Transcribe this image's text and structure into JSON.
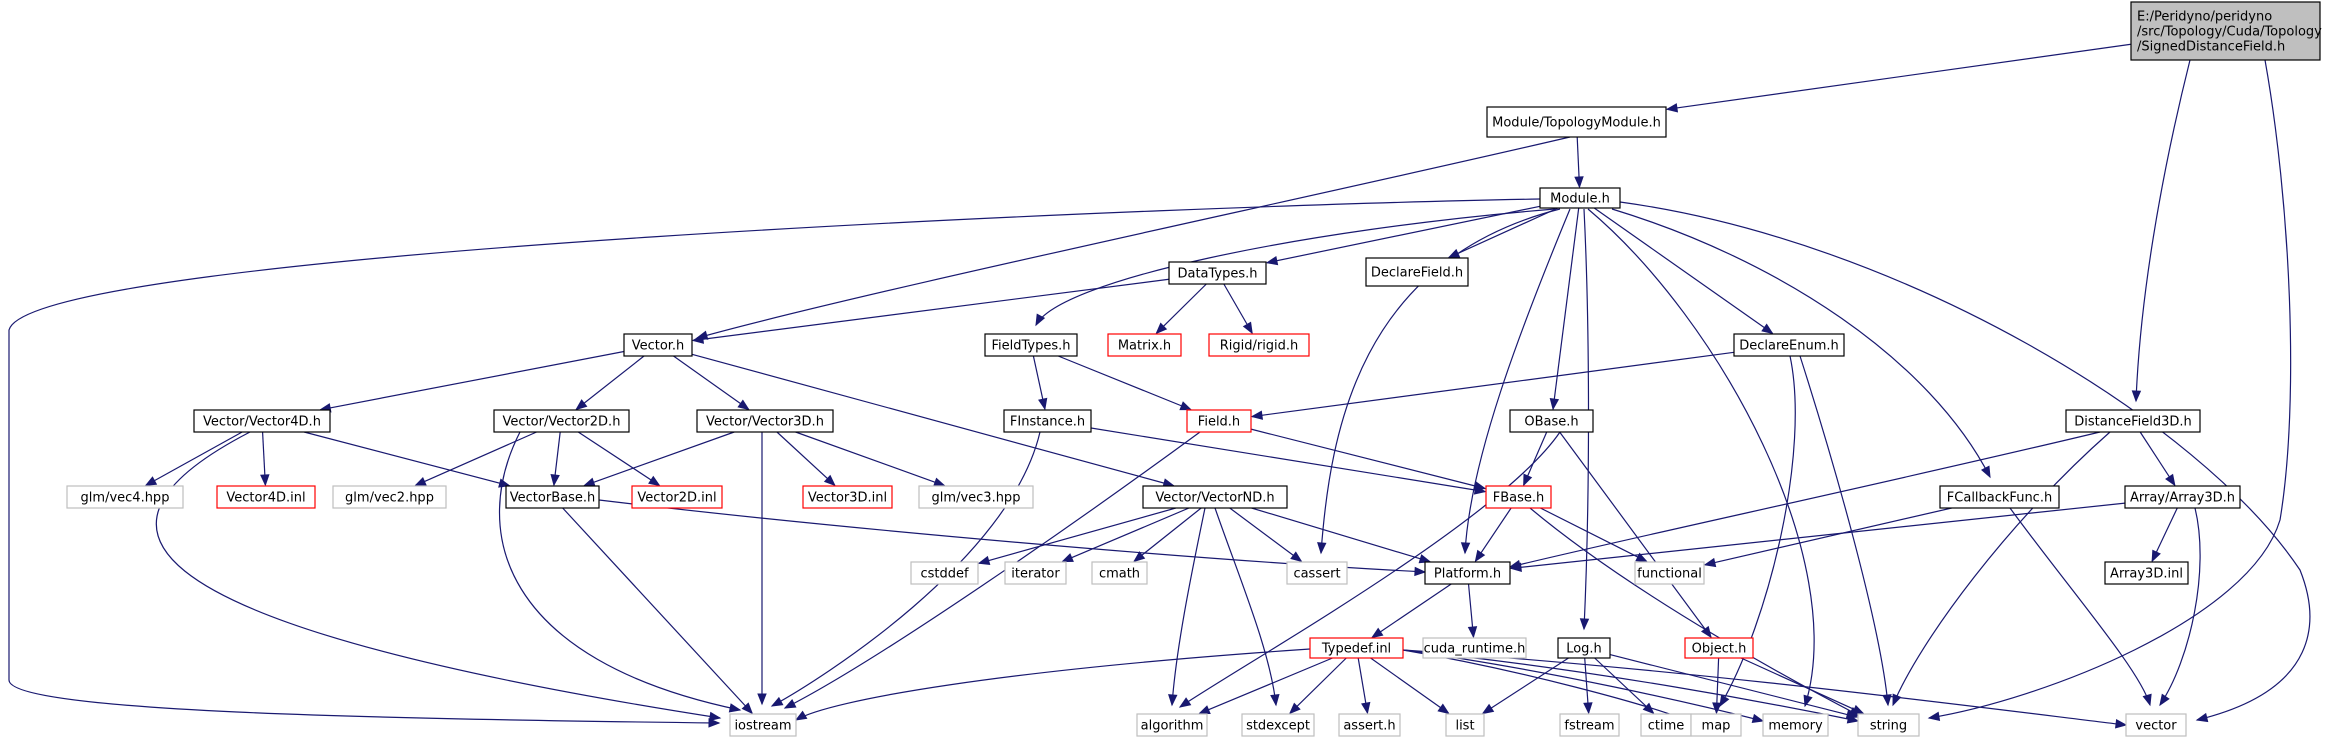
{
  "graph": {
    "nodes": [
      {
        "id": "root",
        "lines": [
          "E:/Peridyno/peridyno",
          "/src/Topology/Cuda/Topology",
          "/SignedDistanceField.h"
        ],
        "style": "root"
      },
      {
        "id": "topologymodule",
        "lines": [
          "Module/TopologyModule.h"
        ],
        "style": "normal"
      },
      {
        "id": "module",
        "lines": [
          "Module.h"
        ],
        "style": "normal"
      },
      {
        "id": "datatypes",
        "lines": [
          "DataTypes.h"
        ],
        "style": "normal"
      },
      {
        "id": "declarefield",
        "lines": [
          "DeclareField.h"
        ],
        "style": "normal"
      },
      {
        "id": "vector",
        "lines": [
          "Vector.h"
        ],
        "style": "normal"
      },
      {
        "id": "fieldtypes",
        "lines": [
          "FieldTypes.h"
        ],
        "style": "normal"
      },
      {
        "id": "matrix",
        "lines": [
          "Matrix.h"
        ],
        "style": "incomplete"
      },
      {
        "id": "rigid",
        "lines": [
          "Rigid/rigid.h"
        ],
        "style": "incomplete"
      },
      {
        "id": "declareenum",
        "lines": [
          "DeclareEnum.h"
        ],
        "style": "normal"
      },
      {
        "id": "vector4d",
        "lines": [
          "Vector/Vector4D.h"
        ],
        "style": "normal"
      },
      {
        "id": "vector2d",
        "lines": [
          "Vector/Vector2D.h"
        ],
        "style": "normal"
      },
      {
        "id": "vector3d",
        "lines": [
          "Vector/Vector3D.h"
        ],
        "style": "normal"
      },
      {
        "id": "finstance",
        "lines": [
          "FInstance.h"
        ],
        "style": "normal"
      },
      {
        "id": "field",
        "lines": [
          "Field.h"
        ],
        "style": "incomplete"
      },
      {
        "id": "obase",
        "lines": [
          "OBase.h"
        ],
        "style": "normal"
      },
      {
        "id": "distancefield3d",
        "lines": [
          "DistanceField3D.h"
        ],
        "style": "normal"
      },
      {
        "id": "vec4",
        "lines": [
          "glm/vec4.hpp"
        ],
        "style": "system"
      },
      {
        "id": "vector4dinl",
        "lines": [
          "Vector4D.inl"
        ],
        "style": "incomplete"
      },
      {
        "id": "vec2",
        "lines": [
          "glm/vec2.hpp"
        ],
        "style": "system"
      },
      {
        "id": "vectorbase",
        "lines": [
          "VectorBase.h"
        ],
        "style": "normal"
      },
      {
        "id": "vector2dinl",
        "lines": [
          "Vector2D.inl"
        ],
        "style": "incomplete"
      },
      {
        "id": "vector3dinl",
        "lines": [
          "Vector3D.inl"
        ],
        "style": "incomplete"
      },
      {
        "id": "vec3",
        "lines": [
          "glm/vec3.hpp"
        ],
        "style": "system"
      },
      {
        "id": "vectornd",
        "lines": [
          "Vector/VectorND.h"
        ],
        "style": "normal"
      },
      {
        "id": "fbase",
        "lines": [
          "FBase.h"
        ],
        "style": "incomplete"
      },
      {
        "id": "fcallbackfunc",
        "lines": [
          "FCallbackFunc.h"
        ],
        "style": "normal"
      },
      {
        "id": "array3d",
        "lines": [
          "Array/Array3D.h"
        ],
        "style": "normal"
      },
      {
        "id": "cstddef",
        "lines": [
          "cstddef"
        ],
        "style": "system"
      },
      {
        "id": "iterator",
        "lines": [
          "iterator"
        ],
        "style": "system"
      },
      {
        "id": "cmath",
        "lines": [
          "cmath"
        ],
        "style": "system"
      },
      {
        "id": "cassert",
        "lines": [
          "cassert"
        ],
        "style": "system"
      },
      {
        "id": "platform",
        "lines": [
          "Platform.h"
        ],
        "style": "normal"
      },
      {
        "id": "functional",
        "lines": [
          "functional"
        ],
        "style": "system"
      },
      {
        "id": "array3dinl",
        "lines": [
          "Array3D.inl"
        ],
        "style": "normal"
      },
      {
        "id": "typedef",
        "lines": [
          "Typedef.inl"
        ],
        "style": "incomplete"
      },
      {
        "id": "cudaruntime",
        "lines": [
          "cuda_runtime.h"
        ],
        "style": "system"
      },
      {
        "id": "log",
        "lines": [
          "Log.h"
        ],
        "style": "normal"
      },
      {
        "id": "object",
        "lines": [
          "Object.h"
        ],
        "style": "incomplete"
      },
      {
        "id": "iostream",
        "lines": [
          "iostream"
        ],
        "style": "system"
      },
      {
        "id": "algorithm",
        "lines": [
          "algorithm"
        ],
        "style": "system"
      },
      {
        "id": "stdexcept",
        "lines": [
          "stdexcept"
        ],
        "style": "system"
      },
      {
        "id": "asserth",
        "lines": [
          "assert.h"
        ],
        "style": "system"
      },
      {
        "id": "list",
        "lines": [
          "list"
        ],
        "style": "system"
      },
      {
        "id": "fstream",
        "lines": [
          "fstream"
        ],
        "style": "system"
      },
      {
        "id": "ctime",
        "lines": [
          "ctime"
        ],
        "style": "system"
      },
      {
        "id": "map",
        "lines": [
          "map"
        ],
        "style": "system"
      },
      {
        "id": "memory",
        "lines": [
          "memory"
        ],
        "style": "system"
      },
      {
        "id": "string",
        "lines": [
          "string"
        ],
        "style": "system"
      },
      {
        "id": "vectorstd",
        "lines": [
          "vector"
        ],
        "style": "system"
      }
    ],
    "edges": [
      {
        "from": "root",
        "to": "topologymodule",
        "style": "solid"
      },
      {
        "from": "root",
        "to": "distancefield3d",
        "style": "solid"
      },
      {
        "from": "root",
        "to": "string",
        "style": "solid"
      },
      {
        "from": "topologymodule",
        "to": "module",
        "style": "solid"
      },
      {
        "from": "topologymodule",
        "to": "vector",
        "style": "solid"
      },
      {
        "from": "module",
        "to": "datatypes",
        "style": "solid"
      },
      {
        "from": "module",
        "to": "declarefield",
        "style": "solid"
      },
      {
        "from": "module",
        "to": "fieldtypes",
        "style": "solid"
      },
      {
        "from": "module",
        "to": "declareenum",
        "style": "solid"
      },
      {
        "from": "module",
        "to": "obase",
        "style": "solid"
      },
      {
        "from": "module",
        "to": "fcallbackfunc",
        "style": "solid"
      },
      {
        "from": "module",
        "to": "platform",
        "style": "solid"
      },
      {
        "from": "module",
        "to": "cassert",
        "style": "solid"
      },
      {
        "from": "module",
        "to": "log",
        "style": "solid"
      },
      {
        "from": "module",
        "to": "memory",
        "style": "solid"
      },
      {
        "from": "module",
        "to": "iostream",
        "style": "solid"
      },
      {
        "from": "module",
        "to": "vectorstd",
        "style": "solid"
      },
      {
        "from": "datatypes",
        "to": "vector",
        "style": "solid"
      },
      {
        "from": "datatypes",
        "to": "matrix",
        "style": "solid"
      },
      {
        "from": "datatypes",
        "to": "rigid",
        "style": "solid"
      },
      {
        "from": "vector",
        "to": "vector4d",
        "style": "solid"
      },
      {
        "from": "vector",
        "to": "vector2d",
        "style": "solid"
      },
      {
        "from": "vector",
        "to": "vector3d",
        "style": "solid"
      },
      {
        "from": "vector",
        "to": "vectornd",
        "style": "solid"
      },
      {
        "from": "fieldtypes",
        "to": "finstance",
        "style": "solid"
      },
      {
        "from": "fieldtypes",
        "to": "field",
        "style": "solid"
      },
      {
        "from": "declareenum",
        "to": "field",
        "style": "solid"
      },
      {
        "from": "declareenum",
        "to": "string",
        "style": "solid"
      },
      {
        "from": "declareenum",
        "to": "map",
        "style": "solid"
      },
      {
        "from": "vector4d",
        "to": "vec4",
        "style": "solid"
      },
      {
        "from": "vector4d",
        "to": "vector4dinl",
        "style": "solid"
      },
      {
        "from": "vector4d",
        "to": "vectorbase",
        "style": "solid"
      },
      {
        "from": "vector4d",
        "to": "iostream",
        "style": "solid"
      },
      {
        "from": "vector2d",
        "to": "vec2",
        "style": "solid"
      },
      {
        "from": "vector2d",
        "to": "vectorbase",
        "style": "solid"
      },
      {
        "from": "vector2d",
        "to": "vector2dinl",
        "style": "solid"
      },
      {
        "from": "vector2d",
        "to": "iostream",
        "style": "solid"
      },
      {
        "from": "vector3d",
        "to": "vectorbase",
        "style": "solid"
      },
      {
        "from": "vector3d",
        "to": "vector3dinl",
        "style": "solid"
      },
      {
        "from": "vector3d",
        "to": "vec3",
        "style": "solid"
      },
      {
        "from": "vector3d",
        "to": "iostream",
        "style": "solid"
      },
      {
        "from": "finstance",
        "to": "fbase",
        "style": "solid"
      },
      {
        "from": "finstance",
        "to": "iostream",
        "style": "solid"
      },
      {
        "from": "field",
        "to": "fbase",
        "style": "solid"
      },
      {
        "from": "field",
        "to": "iostream",
        "style": "solid"
      },
      {
        "from": "obase",
        "to": "fbase",
        "style": "solid"
      },
      {
        "from": "obase",
        "to": "object",
        "style": "solid"
      },
      {
        "from": "obase",
        "to": "algorithm",
        "style": "solid"
      },
      {
        "from": "distancefield3d",
        "to": "array3d",
        "style": "solid"
      },
      {
        "from": "distancefield3d",
        "to": "platform",
        "style": "solid"
      },
      {
        "from": "distancefield3d",
        "to": "string",
        "style": "solid"
      },
      {
        "from": "vectorbase",
        "to": "platform",
        "style": "solid"
      },
      {
        "from": "vectorbase",
        "to": "iostream",
        "style": "solid"
      },
      {
        "from": "vectornd",
        "to": "cstddef",
        "style": "solid"
      },
      {
        "from": "vectornd",
        "to": "iterator",
        "style": "solid"
      },
      {
        "from": "vectornd",
        "to": "cmath",
        "style": "solid"
      },
      {
        "from": "vectornd",
        "to": "cassert",
        "style": "solid"
      },
      {
        "from": "vectornd",
        "to": "platform",
        "style": "solid"
      },
      {
        "from": "vectornd",
        "to": "algorithm",
        "style": "solid"
      },
      {
        "from": "vectornd",
        "to": "stdexcept",
        "style": "solid"
      },
      {
        "from": "fbase",
        "to": "platform",
        "style": "solid"
      },
      {
        "from": "fbase",
        "to": "functional",
        "style": "solid"
      },
      {
        "from": "fbase",
        "to": "string",
        "style": "solid"
      },
      {
        "from": "fcallbackfunc",
        "to": "functional",
        "style": "solid"
      },
      {
        "from": "fcallbackfunc",
        "to": "vectorstd",
        "style": "solid"
      },
      {
        "from": "array3d",
        "to": "array3dinl",
        "style": "solid"
      },
      {
        "from": "array3d",
        "to": "platform",
        "style": "solid"
      },
      {
        "from": "array3d",
        "to": "vectorstd",
        "style": "solid"
      },
      {
        "from": "platform",
        "to": "typedef",
        "style": "solid"
      },
      {
        "from": "platform",
        "to": "cudaruntime",
        "style": "solid"
      },
      {
        "from": "typedef",
        "to": "iostream",
        "style": "solid"
      },
      {
        "from": "typedef",
        "to": "algorithm",
        "style": "solid"
      },
      {
        "from": "typedef",
        "to": "stdexcept",
        "style": "solid"
      },
      {
        "from": "typedef",
        "to": "asserth",
        "style": "solid"
      },
      {
        "from": "typedef",
        "to": "list",
        "style": "solid"
      },
      {
        "from": "typedef",
        "to": "map",
        "style": "solid"
      },
      {
        "from": "typedef",
        "to": "memory",
        "style": "solid"
      },
      {
        "from": "typedef",
        "to": "string",
        "style": "solid"
      },
      {
        "from": "typedef",
        "to": "vectorstd",
        "style": "solid"
      },
      {
        "from": "log",
        "to": "list",
        "style": "solid"
      },
      {
        "from": "log",
        "to": "fstream",
        "style": "solid"
      },
      {
        "from": "log",
        "to": "ctime",
        "style": "solid"
      },
      {
        "from": "log",
        "to": "string",
        "style": "solid"
      },
      {
        "from": "object",
        "to": "map",
        "style": "solid"
      },
      {
        "from": "object",
        "to": "string",
        "style": "solid"
      }
    ]
  },
  "colors": {
    "edge": "#191970",
    "normal_border": "#000000",
    "incomplete_border": "#ff0000",
    "system_border": "#bfbfbf",
    "system_text": "#555555",
    "root_fill": "#bfbfbf",
    "background": "#ffffff"
  }
}
